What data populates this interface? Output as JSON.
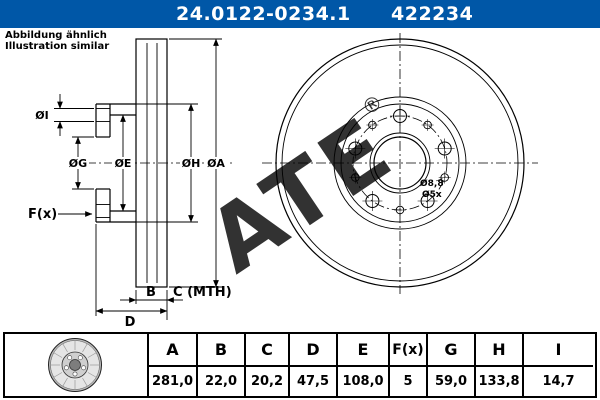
{
  "title_bar": {
    "part_number": "24.0122-0234.1",
    "catalog_number": "422234",
    "bg_color": "#0057A7"
  },
  "note": {
    "line1": "Abbildung ähnlich",
    "line2": "Illustration similar"
  },
  "drawing": {
    "dimension_labels": {
      "dia_i": "ØI",
      "dia_g": "ØG",
      "dia_e": "ØE",
      "dia_h": "ØH",
      "dia_a": "ØA",
      "f_x": "F(x)",
      "b": "B",
      "c_mth": "C (MTH)",
      "d": "D"
    },
    "hole_annotation": {
      "line1": "Ø8,8",
      "line2": "Ø5x"
    },
    "watermark": {
      "text": "ATE",
      "reg": "®"
    }
  },
  "spec_table": {
    "columns": [
      "A",
      "B",
      "C",
      "D",
      "E",
      "F(x)",
      "G",
      "H",
      "I"
    ],
    "values": [
      "281,0",
      "22,0",
      "20,2",
      "47,5",
      "108,0",
      "5",
      "59,0",
      "133,8",
      "14,7"
    ]
  }
}
